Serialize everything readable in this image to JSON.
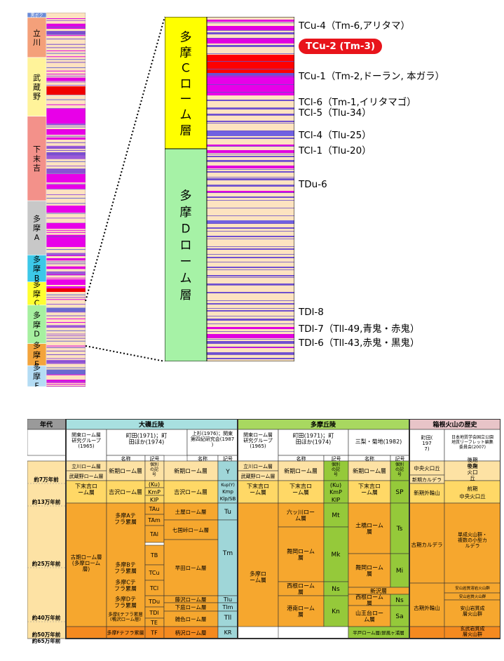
{
  "left_column": {
    "units": [
      {
        "label": "黒ボク",
        "color": "#6a8ad6",
        "from": 0,
        "to": 0.013
      },
      {
        "label": "立川",
        "color": "#f4a07a",
        "from": 0.013,
        "to": 0.12
      },
      {
        "label": "武蔵野",
        "color": "#fff39a",
        "from": 0.12,
        "to": 0.277
      },
      {
        "label": "下末吉",
        "color": "#f3918a",
        "from": 0.277,
        "to": 0.503
      },
      {
        "label": "多摩A",
        "color": "#c8c8c8",
        "from": 0.503,
        "to": 0.648
      },
      {
        "label": "多摩B",
        "color": "#3cc8e8",
        "from": 0.648,
        "to": 0.72
      },
      {
        "label": "多摩C",
        "color": "#ffff30",
        "from": 0.72,
        "to": 0.782
      },
      {
        "label": "多摩D",
        "color": "#a6f0a0",
        "from": 0.782,
        "to": 0.885
      },
      {
        "label": "多摩E",
        "color": "#f3a43c",
        "from": 0.885,
        "to": 0.944
      },
      {
        "label": "多摩F",
        "color": "#b4dcf4",
        "from": 0.944,
        "to": 1.0
      }
    ]
  },
  "zoom": {
    "unit_c": {
      "label": "多摩Ｃローム層",
      "color": "#ffff00"
    },
    "unit_d": {
      "label": "多摩Ｄローム層",
      "color": "#a6f2a6"
    },
    "labels": [
      {
        "text": "TCu-4（Tm-6,アリタマ）",
        "y": 0.02
      },
      {
        "text": "TCu-1（Tm-2,ドーラン, 本ガラ）",
        "y": 0.168
      },
      {
        "text": "TCl-6（Tm-1,イリタマゴ）",
        "y": 0.243
      },
      {
        "text": "TCl-5（Tlu-34）",
        "y": 0.272
      },
      {
        "text": "TCl-4（Tlu-25）",
        "y": 0.338
      },
      {
        "text": "TCl-1（Tlu-20）",
        "y": 0.383
      },
      {
        "text": "TDu-6",
        "y": 0.488
      },
      {
        "text": "TDl-8",
        "y": 0.86
      },
      {
        "text": "TDl-7（Tll-49,青鬼・赤鬼）",
        "y": 0.9
      },
      {
        "text": "TDl-6（Tll-43,赤鬼・黒鬼）",
        "y": 0.94
      }
    ],
    "highlight": "TCu-2 (Tm-3)"
  },
  "table": {
    "header_left": "年代",
    "group_oiso": "大磯丘陵",
    "group_tama": "多摩丘陵",
    "group_hakone": "箱根火山の歴史",
    "cols": {
      "kanto1": "関東ローム層研究グループ(1965)",
      "machida1": "町田(1971)；町田ほか(1974)",
      "uesugi": "上杉(1976)；関東第四紀研究会(1987)",
      "kanto2": "関東ローム層研究グループ(1965)",
      "machida2": "町田(1971)；町田ほか(1974)",
      "mitsuki": "三梨・菊地(1982)",
      "machida3": "町田(1977)",
      "japan": "日本地質学会国立公園地質リーフレット編集委員会(2007)",
      "name": "名称",
      "code": "記号"
    },
    "ages": [
      "約7万年前",
      "約13万年前",
      "約25万年前",
      "約40万年前",
      "約50万年前",
      "約65万年前"
    ],
    "cells": {
      "tachikawa": "立川ローム層",
      "musashino": "武蔵野ローム層",
      "shinki": "新期ローム層",
      "kobetsu": "個別の記号",
      "shimosueyoshi": "下末吉ローム層",
      "kichisawa": "吉沢ローム層",
      "ku": "(Ku)",
      "kmp": "KmP",
      "kip": "KlP",
      "kmp_u": "Kup(Y)",
      "kmp_u2": "Kmp",
      "kip_u": "Klp/SB",
      "y": "Y",
      "kotama": "古期ローム層(多摩ローム層)",
      "tama_a": "多摩Aテフラ累層",
      "tama_b": "多摩Bテフラ累層",
      "tama_c": "多摩Cテフラ累層",
      "tama_d": "多摩Dテフラ累層",
      "tama_e": "多摩Eテフラ累層(鴨沢ローム層)",
      "tama_f": "多摩Fテフラ累層",
      "tau": "TAu",
      "tam": "TAm",
      "tal": "TAl",
      "tb": "TB",
      "tcu": "TCu",
      "tcl": "TCl",
      "tdu": "TDu",
      "tdl": "TDl",
      "te": "TE",
      "tf": "TF",
      "tsuchiya": "土屋ローム層",
      "nanase": "七国峠ローム層",
      "hayata": "早田ローム層",
      "fujisawa": "藤沢ローム層",
      "shimokusa": "下庭ローム層",
      "zoushiki": "雑色ローム層",
      "kusawa": "柄沢ローム層",
      "tu": "Tu",
      "tm": "Tm",
      "tlu": "Tlu",
      "tlm": "Tlm",
      "tll": "Tll",
      "kr": "KR",
      "tama_loam": "多摩ローム層",
      "rokutanagawa": "六ッ川ローム層",
      "maioka": "舞岡ローム層",
      "nishine": "西根ローム層",
      "konan": "港南ローム層",
      "mt": "Mt",
      "mk": "Mk",
      "ns": "Ns",
      "kn": "Kn",
      "tsuchihashi": "土橋ローム層",
      "maioka2": "舞岡ローム層",
      "shinsawa": "新沢層",
      "nishine2": "西根ローム層",
      "sannou": "山王台ローム層",
      "hirado": "平戸ローム層/屏風ヶ浦層",
      "sp": "SP",
      "ts": "Ts",
      "mi": "Mi",
      "sa": "Sa",
      "chuo": "中央火口丘",
      "shinki_cal": "新期カルデラ",
      "shinki_gai": "新期外輪山",
      "koki_cal": "古期カルデラ",
      "koki_gai": "古期外輪山",
      "kouki_chuo": "後期中央火口丘",
      "zenki_chuo": "前期中央火口丘",
      "tansei": "単成火山群・複数の小型カルデラ",
      "ankai1": "安山岩質溶岩火山群",
      "ankai2": "安山岩質火山群",
      "ankai3": "安山岩質成層火山群",
      "genbu": "玄武岩質成層火山群"
    }
  }
}
